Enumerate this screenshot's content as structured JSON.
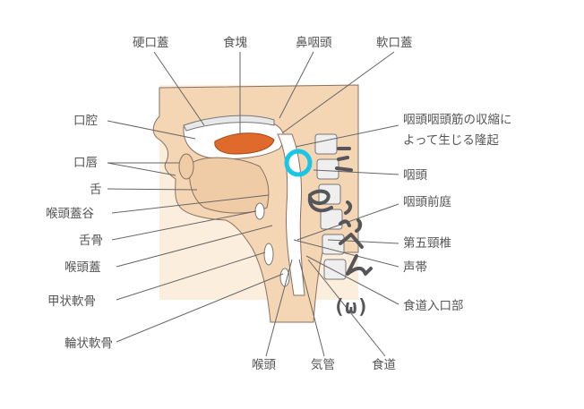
{
  "labels": {
    "hard_palate": "硬口蓋",
    "bolus": "食塊",
    "nasopharynx": "鼻咽頭",
    "soft_palate": "軟口蓋",
    "oral_cavity": "口腔",
    "pharyngeal_bulge_1": "咽頭咽頭筋の収縮に",
    "pharyngeal_bulge_2": "よって生じる隆起",
    "lips": "口唇",
    "pharynx": "咽頭",
    "tongue": "舌",
    "pharyngeal_vestibule": "咽頭前庭",
    "vallecula": "喉頭蓋谷",
    "hyoid": "舌骨",
    "c5": "第五頸椎",
    "epiglottis": "喉頭蓋",
    "vocal_cords": "声帯",
    "thyroid_cartilage": "甲状軟骨",
    "esophageal_entrance": "食道入口部",
    "cricoid_cartilage": "輪状軟骨",
    "larynx": "喉頭",
    "trachea": "気管",
    "esophagus": "食道"
  },
  "colors": {
    "background_panel": "#fbeedd",
    "tissue": "#f4d6b5",
    "bolus": "#e06a2c",
    "highlight_circle": "#19c6e3",
    "annotation_ink": "#55555a"
  },
  "annotation_symbol": "(ω)"
}
